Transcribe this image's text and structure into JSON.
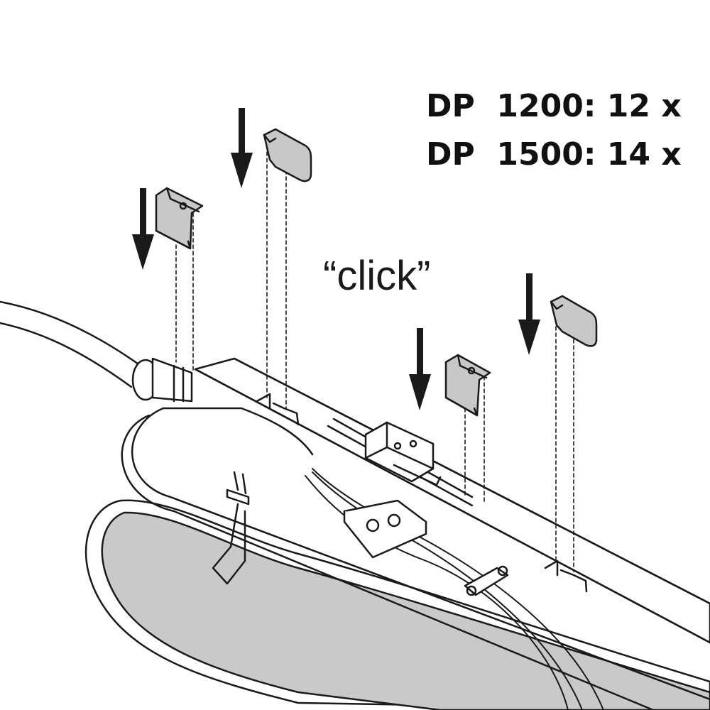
{
  "quantities": [
    {
      "text": "DP  1200: 12 x"
    },
    {
      "text": "DP  1500: 14 x"
    }
  ],
  "click_label": "“click”",
  "icons": [
    "down-arrow-icon",
    "mounting-clip-icon",
    "mounting-bracket-icon",
    "cable-icon",
    "connector-icon"
  ],
  "colors": {
    "line": "#1a1a1a",
    "clip_fill": "#c8c8c8",
    "panel_fill": "#c9c9c9",
    "body_fill": "#ffffff"
  }
}
